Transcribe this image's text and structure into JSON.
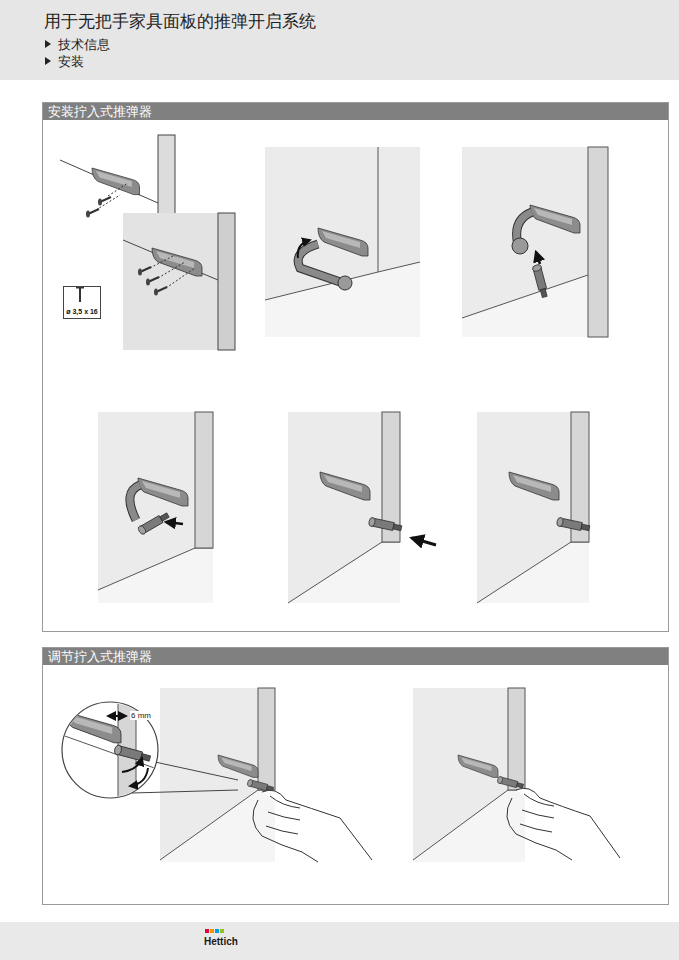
{
  "diagram": {
    "title": "用于无把手家具面板的推弹开启系统",
    "nodes": [
      {
        "text": [
          "安装拧入式推弹器"
        ]
      },
      {
        "text": [
          "ø 3,5 x 16"
        ],
        "in": 0
      },
      {
        "text": [
          "调节拧入式推弹器"
        ]
      }
    ],
    "edges": [],
    "labels": [
      "技术信息",
      "安装",
      "6 mm",
      "Hettich"
    ]
  }
}
